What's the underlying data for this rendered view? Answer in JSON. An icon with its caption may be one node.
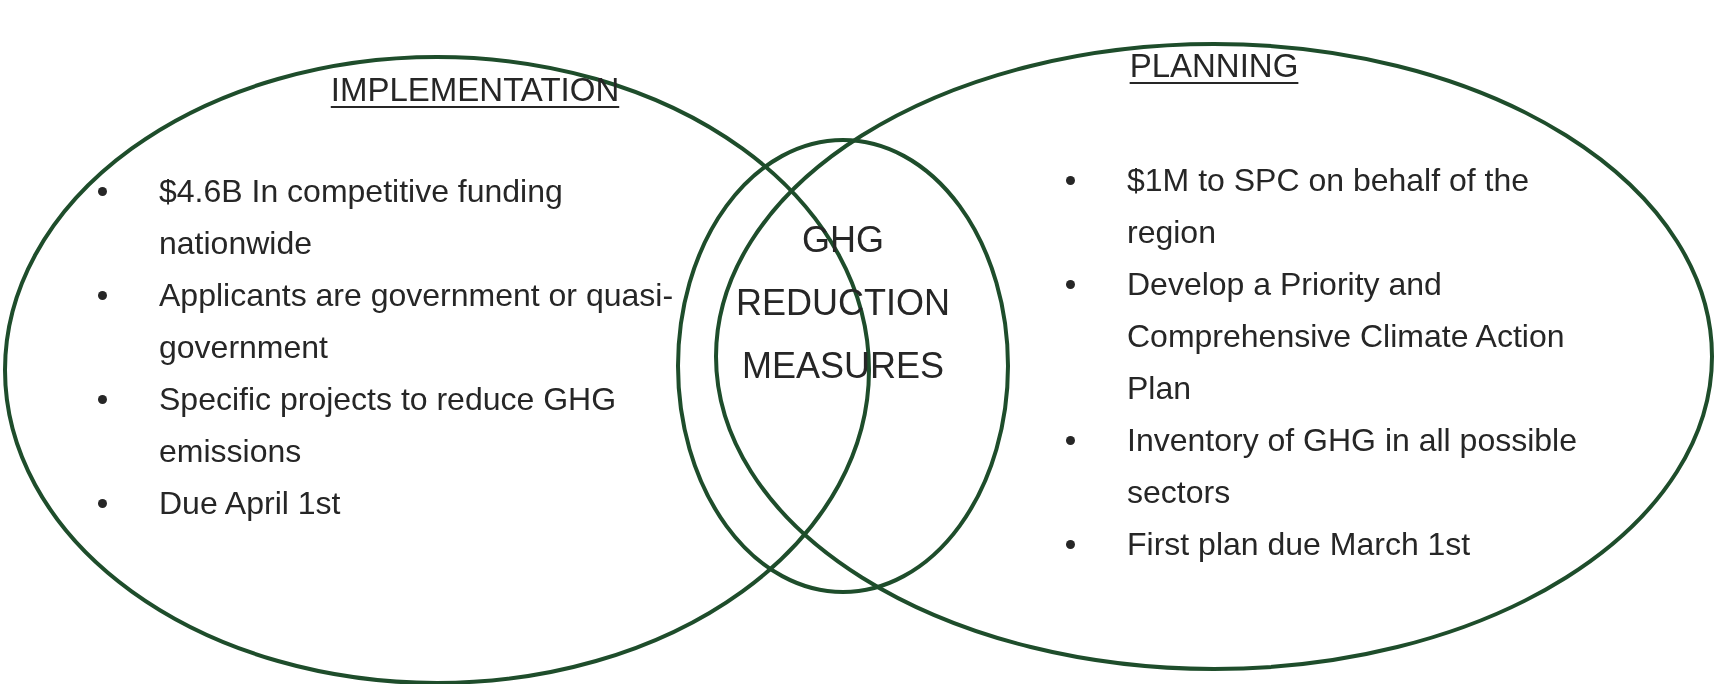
{
  "diagram": {
    "nodes": [
      {
        "text": [
          "IMPLEMENTATION",
          "$4.6B In competitive funding nationwide",
          "Applicants are government or quasi-government",
          "Specific projects to reduce GHG emissions",
          "Due April 1st"
        ]
      },
      {
        "text": [
          "PLANNING",
          "$1M to SPC on behalf of the region",
          "Develop a Priority and Comprehensive Climate Action Plan",
          "Inventory of GHG in all possible sectors",
          "First plan due March 1st"
        ]
      },
      {
        "text": [
          "GHG REDUCTION MEASURES"
        ]
      }
    ]
  }
}
